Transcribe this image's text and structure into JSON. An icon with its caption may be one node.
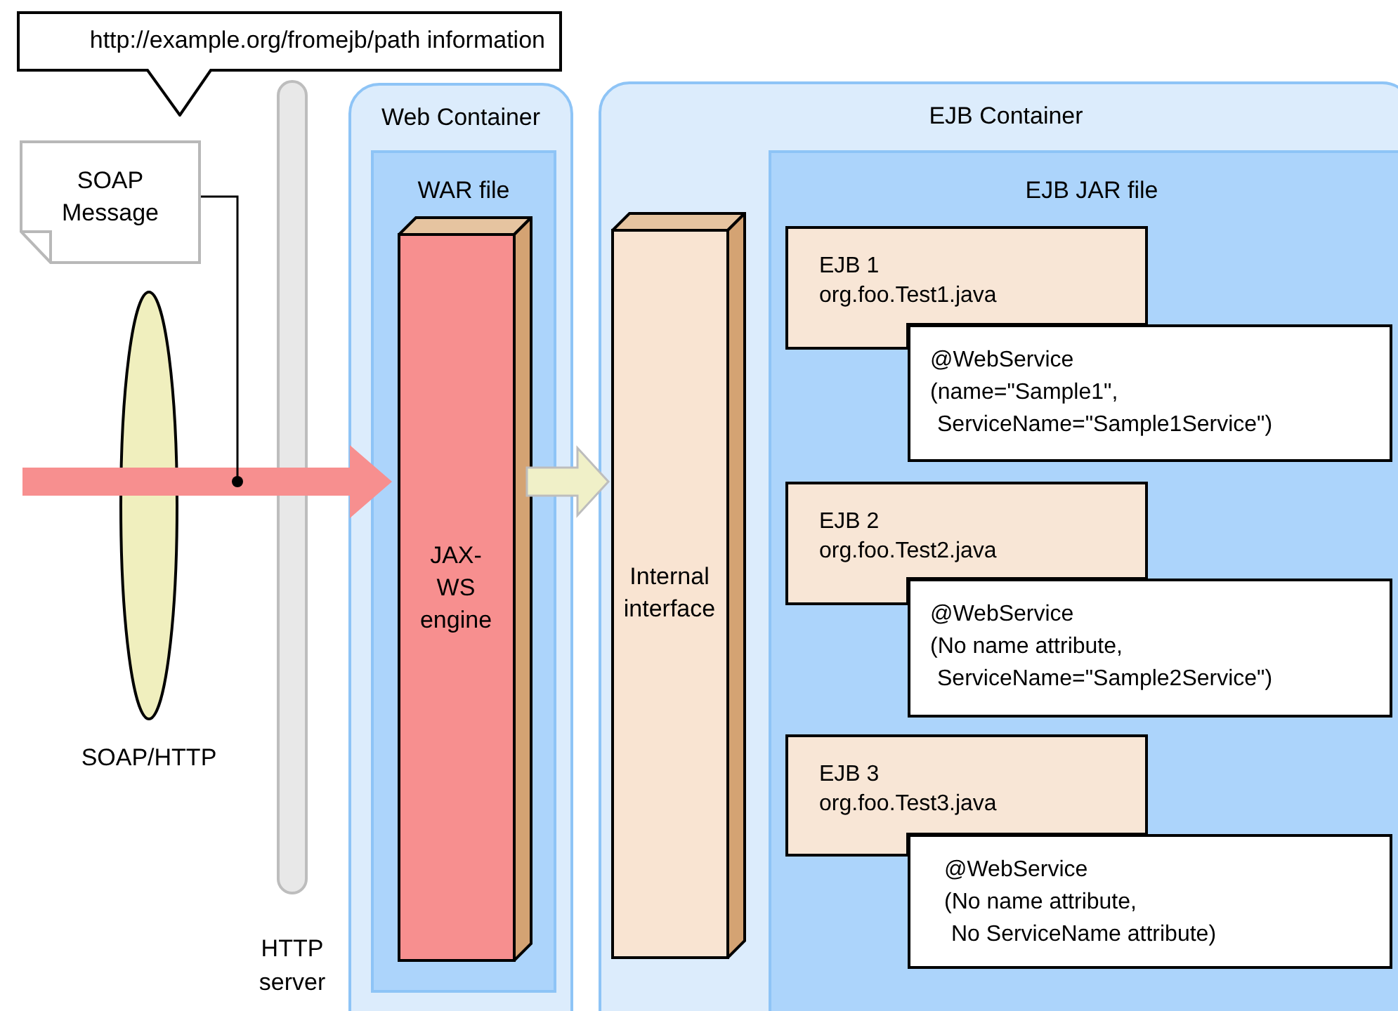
{
  "diagram": {
    "nodes": [
      {
        "text": [
          "http://example.org/fromejb/path information"
        ]
      },
      {
        "text": [
          "SOAP Message"
        ]
      },
      {
        "text": [
          "SOAP/HTTP"
        ]
      },
      {
        "text": [
          "HTTP server"
        ]
      },
      {
        "text": [
          "Web Container"
        ]
      },
      {
        "text": [
          "WAR file"
        ],
        "in": 4
      },
      {
        "text": [
          "JAX-WS engine"
        ],
        "in": 5
      },
      {
        "text": [
          "EJB Container"
        ]
      },
      {
        "text": [
          "Internal interface"
        ],
        "in": 7
      },
      {
        "text": [
          "EJB JAR file"
        ],
        "in": 7
      },
      {
        "text": [
          "EJB 1",
          "org.foo.Test1.java"
        ],
        "in": 9
      },
      {
        "text": [
          "@WebService",
          "(name=\"Sample1\",",
          "ServiceName=\"Sample1Service\")"
        ],
        "in": 9
      },
      {
        "text": [
          "EJB 2",
          "org.foo.Test2.java"
        ],
        "in": 9
      },
      {
        "text": [
          "@WebService",
          "(No name attribute,",
          "ServiceName=\"Sample2Service\")"
        ],
        "in": 9
      },
      {
        "text": [
          "EJB 3",
          "org.foo.Test3.java"
        ],
        "in": 9
      },
      {
        "text": [
          "@WebService",
          "(No name attribute,",
          "No ServiceName attribute)"
        ],
        "in": 9
      }
    ],
    "edges": [
      {
        "from": null,
        "to": 6,
        "arrow": "to",
        "style": "thick",
        "color": "#f78f8f"
      },
      {
        "from": 1,
        "to": null,
        "arrow": "other"
      },
      {
        "from": 6,
        "to": 8,
        "arrow": "to",
        "style": "thick",
        "color": "#f0f0c8"
      }
    ]
  }
}
